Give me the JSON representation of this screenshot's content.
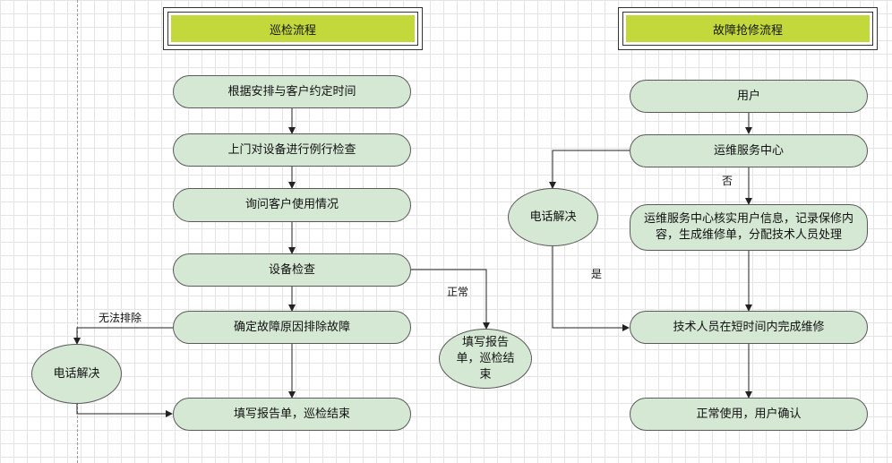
{
  "left_flow": {
    "title": "巡检流程",
    "steps": [
      "根据安排与客户约定时间",
      "上门对设备进行例行检查",
      "询问客户使用情况",
      "设备检查",
      "确定故障原因排除故障",
      "填写报告单，巡检结束"
    ],
    "phone": "电话解决",
    "report_ellipse": "填写报告单，巡检结束",
    "label_cannot": "无法排除",
    "label_normal": "正常"
  },
  "right_flow": {
    "title": "故障抢修流程",
    "steps": [
      "用户",
      "运维服务中心",
      "运维服务中心核实用户信息，记录保修内容，生成维修单，分配技术人员处理",
      "技术人员在短时间内完成维修",
      "正常使用，用户确认"
    ],
    "phone": "电话解决",
    "label_no": "否",
    "label_yes": "是"
  },
  "colors": {
    "node_fill": "#d5e8d4",
    "title_fill": "#c3d93b",
    "stroke": "#333333"
  }
}
